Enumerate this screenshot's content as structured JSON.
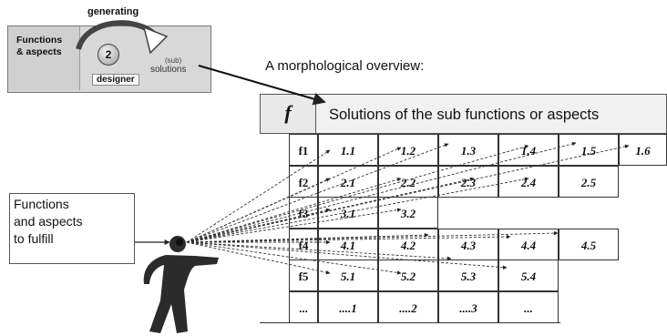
{
  "process": {
    "functions_line1": "Functions",
    "functions_line2": "& aspects",
    "generating": "generating",
    "step_number": "2",
    "designer": "designer",
    "sub_small": "(sub)",
    "solutions": "solutions"
  },
  "morph": {
    "title": "A morphological overview:",
    "header_f": "f",
    "header_solutions": "Solutions of the sub functions or aspects"
  },
  "fulfill": {
    "line1": "Functions",
    "line2": "and aspects",
    "line3": "to fulfill"
  },
  "table": {
    "rows": [
      {
        "label": "f1",
        "cells": [
          "1.1",
          "1.2",
          "1.3",
          "1.4",
          "1.5",
          "1.6"
        ]
      },
      {
        "label": "f2",
        "cells": [
          "2.1",
          "2.2",
          "2.3",
          "2.4",
          "2.5"
        ]
      },
      {
        "label": "f3",
        "cells": [
          "3.1",
          "3.2"
        ]
      },
      {
        "label": "f4",
        "cells": [
          "4.1",
          "4.2",
          "4.3",
          "4.4",
          "4.5"
        ]
      },
      {
        "label": "f5",
        "cells": [
          "5.1",
          "5.2",
          "5.3",
          "5.4"
        ]
      },
      {
        "label": "...",
        "cells": [
          "....1",
          "....2",
          "....3",
          "..."
        ]
      }
    ]
  },
  "colors": {
    "box_gray": "#d8d8d8",
    "header_gray": "#f1f1f1",
    "person": "#2b2b2b"
  }
}
